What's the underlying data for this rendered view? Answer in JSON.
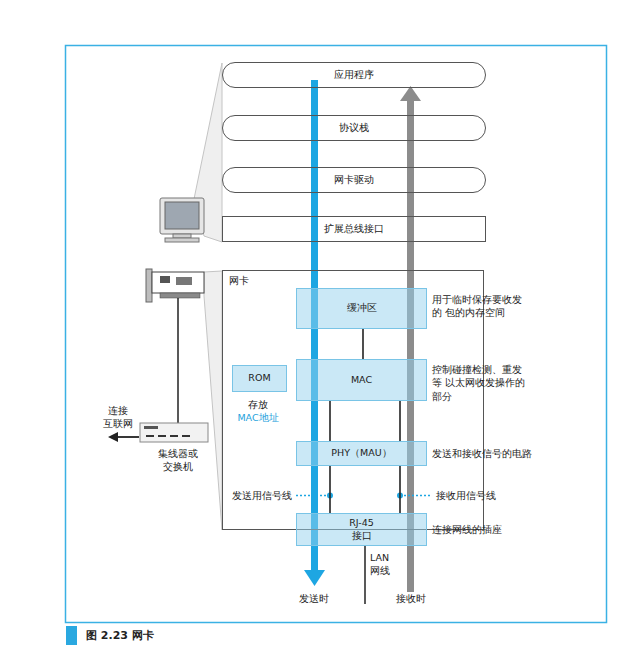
{
  "diagram": {
    "caption": "图 2.23 网卡",
    "nodes": [
      {
        "text": [
          "应用程序"
        ]
      },
      {
        "text": [
          "协议栈"
        ]
      },
      {
        "text": [
          "网卡驱动"
        ]
      },
      {
        "text": [
          "扩展总线接口"
        ]
      },
      {
        "text": [
          "网卡"
        ]
      },
      {
        "text": [
          "缓冲区"
        ],
        "in": 4
      },
      {
        "text": [
          "MAC"
        ],
        "in": 4
      },
      {
        "text": [
          "ROM"
        ],
        "in": 4
      },
      {
        "text": [
          "PHY（MAU）"
        ],
        "in": 4
      },
      {
        "text": [
          "RJ-45 接口"
        ],
        "in": 4
      }
    ],
    "edges": [
      {
        "from": 5,
        "to": 6,
        "arrow": "none"
      },
      {
        "from": 6,
        "to": 8,
        "arrow": "none"
      },
      {
        "from": 6,
        "to": 8,
        "arrow": "none"
      },
      {
        "from": 8,
        "to": 9,
        "arrow": "none"
      },
      {
        "from": 8,
        "to": 9,
        "arrow": "none"
      }
    ],
    "labels": [
      "连接 互联网",
      "集线器或 交换机",
      "存放",
      "MAC地址",
      "用于临时保存要收发的 包的内存空间",
      "控制碰撞检测、重发等 以太网收发操作的部分",
      "发送和接收信号的电路",
      "发送用信号线",
      "接收用信号线",
      "连接网线的插座",
      "LAN 网线",
      "发送时",
      "接收时"
    ]
  }
}
